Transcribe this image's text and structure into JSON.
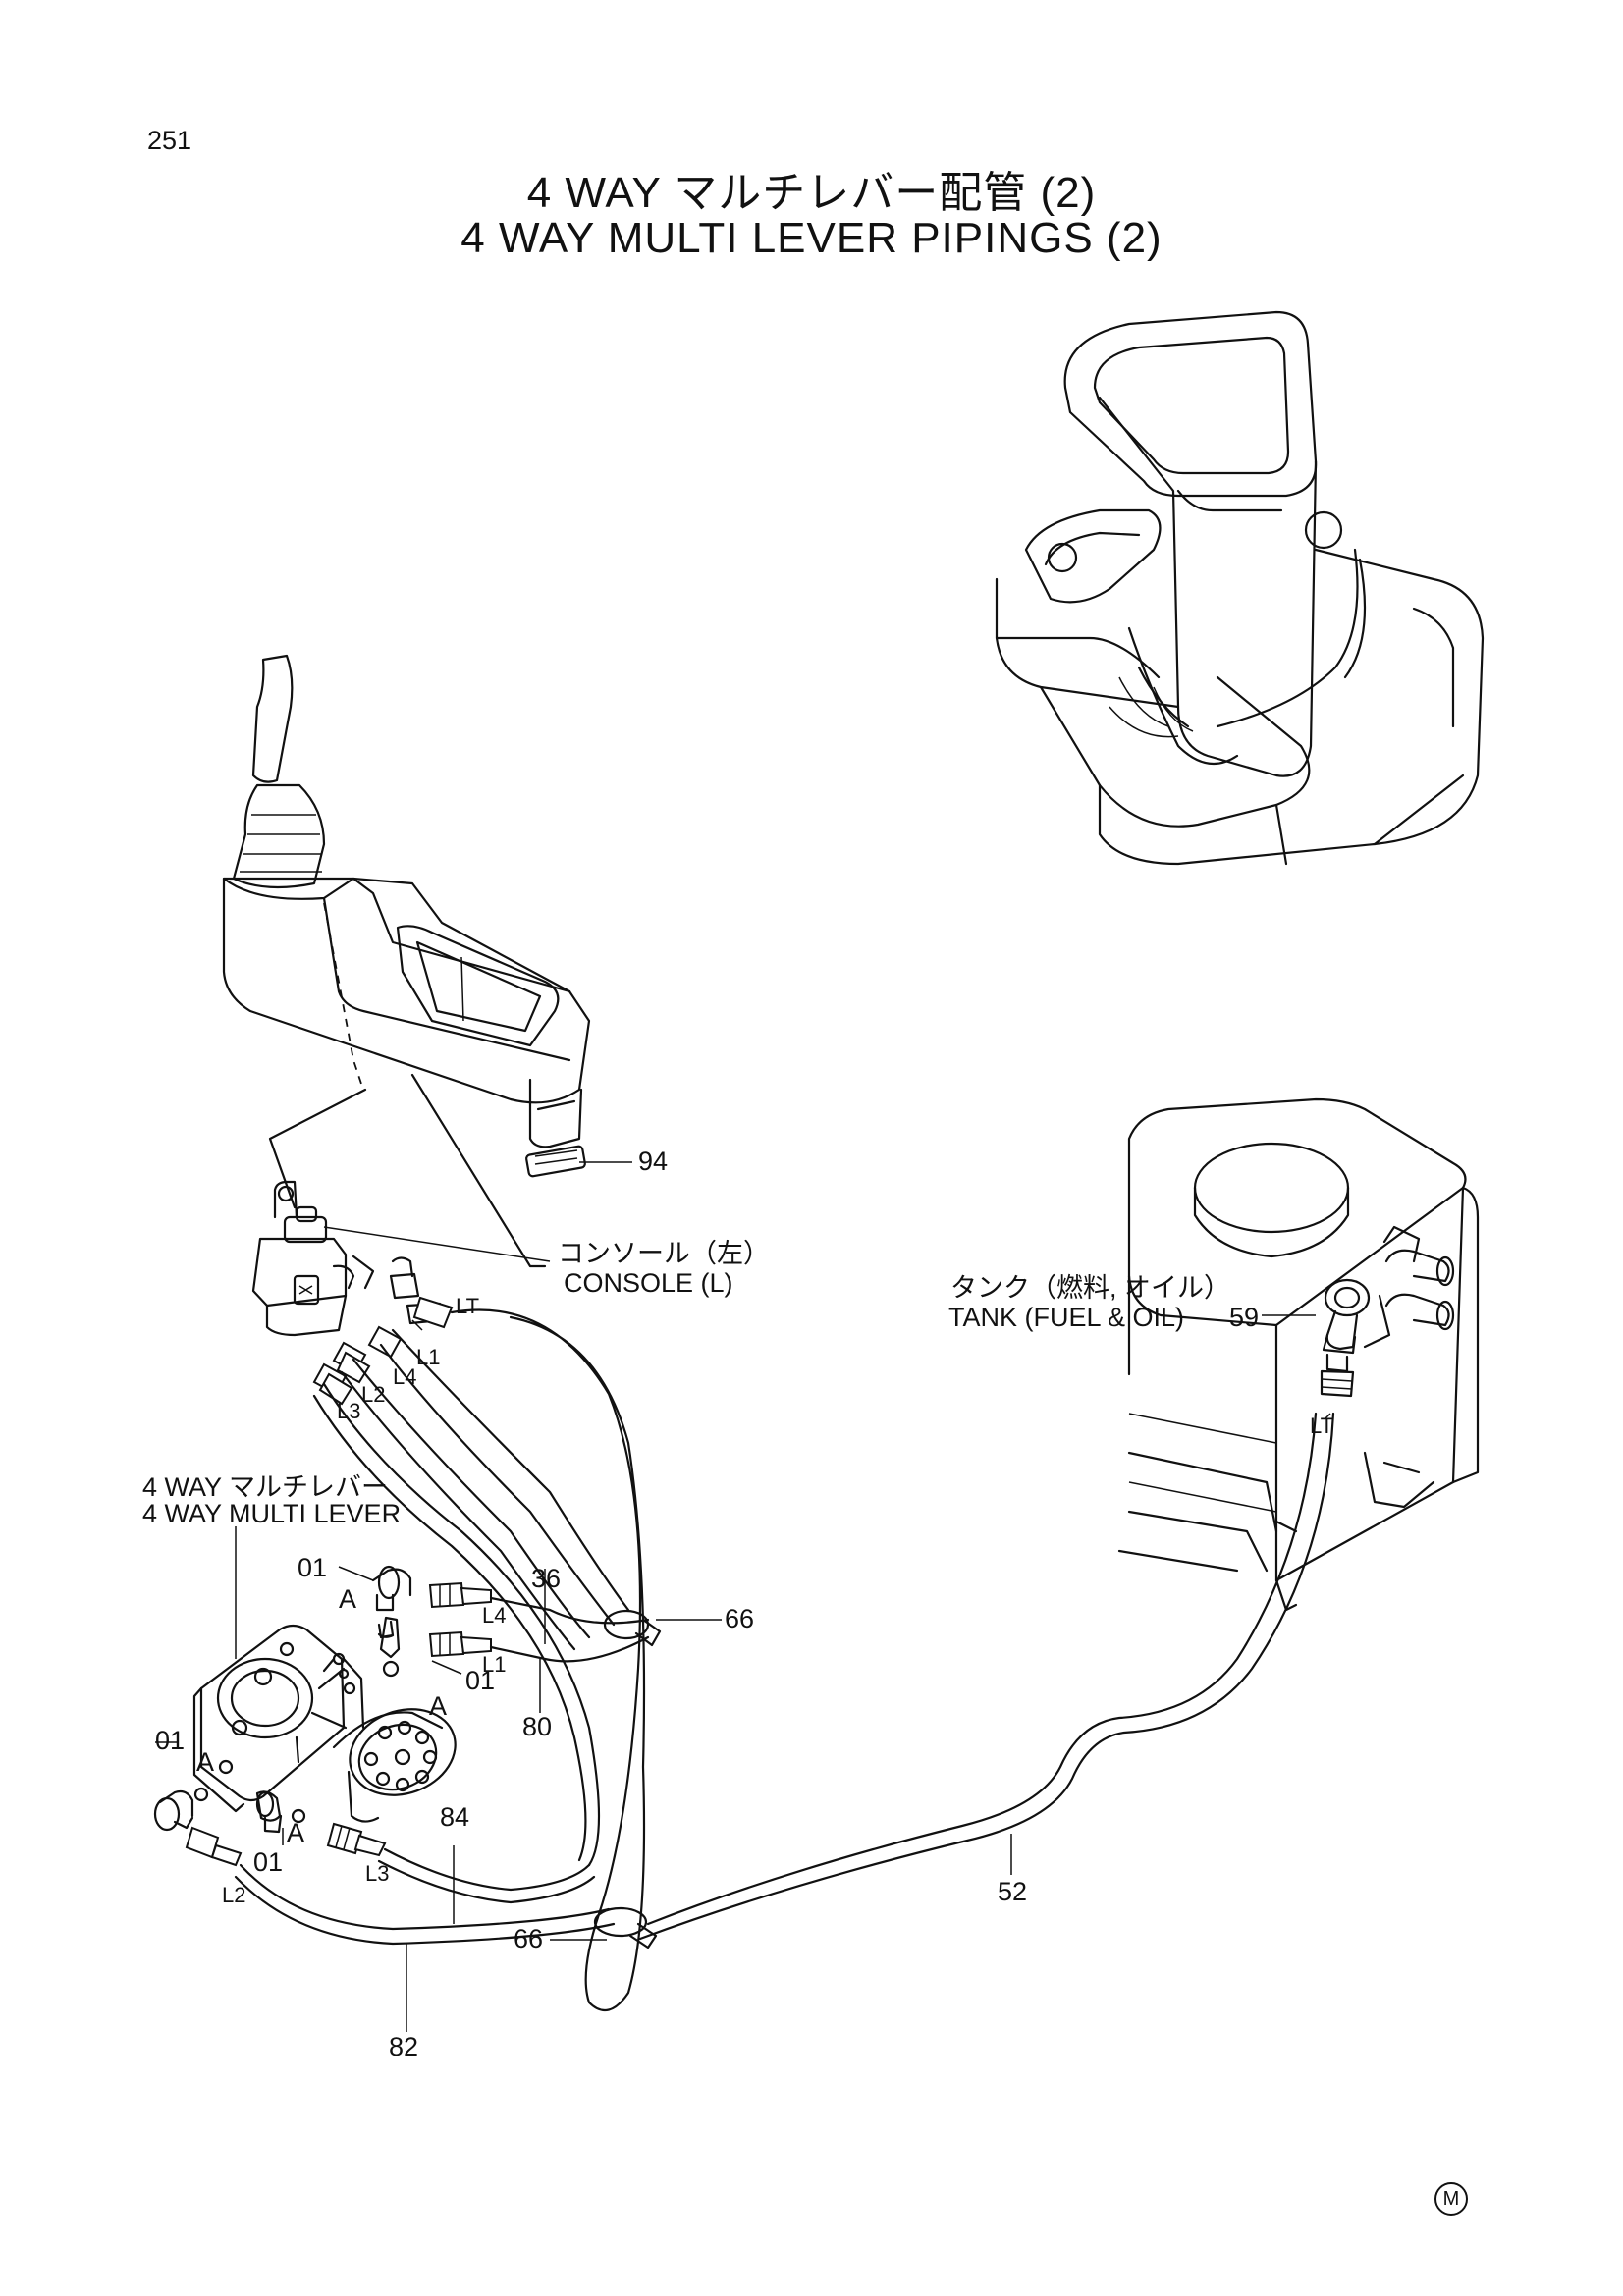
{
  "page": {
    "number": "251",
    "title_ja": "4 WAY マルチレバー配管 (2)",
    "title_en": "4 WAY MULTI LEVER PIPINGS (2)",
    "corner_mark": "M"
  },
  "labels": {
    "console_ja": "コンソール（左）",
    "console_en": "CONSOLE (L)",
    "tank_ja": "タンク（燃料, オイル）",
    "tank_en": "TANK (FUEL & OIL)",
    "lever_ja": "4 WAY マルチレバー",
    "lever_en": "4 WAY MULTI LEVER"
  },
  "callouts": {
    "p94": "94",
    "p59": "59",
    "p36": "36",
    "p66a": "66",
    "p66b": "66",
    "p80": "80",
    "p84": "84",
    "p52": "52",
    "p82": "82",
    "p01a": "01",
    "p01b": "01",
    "p01c": "01",
    "p01d": "01"
  },
  "port_labels": {
    "lt1": "LT",
    "lt2": "LT",
    "l1a": "L1",
    "l4a": "L4",
    "l2a": "L2",
    "l3a": "L3",
    "l4b": "L4",
    "l1b": "L1",
    "l3b": "L3",
    "l2b": "L2"
  },
  "detail_marks": {
    "a1": "A",
    "a2": "A",
    "a3": "A",
    "a4": "A"
  }
}
